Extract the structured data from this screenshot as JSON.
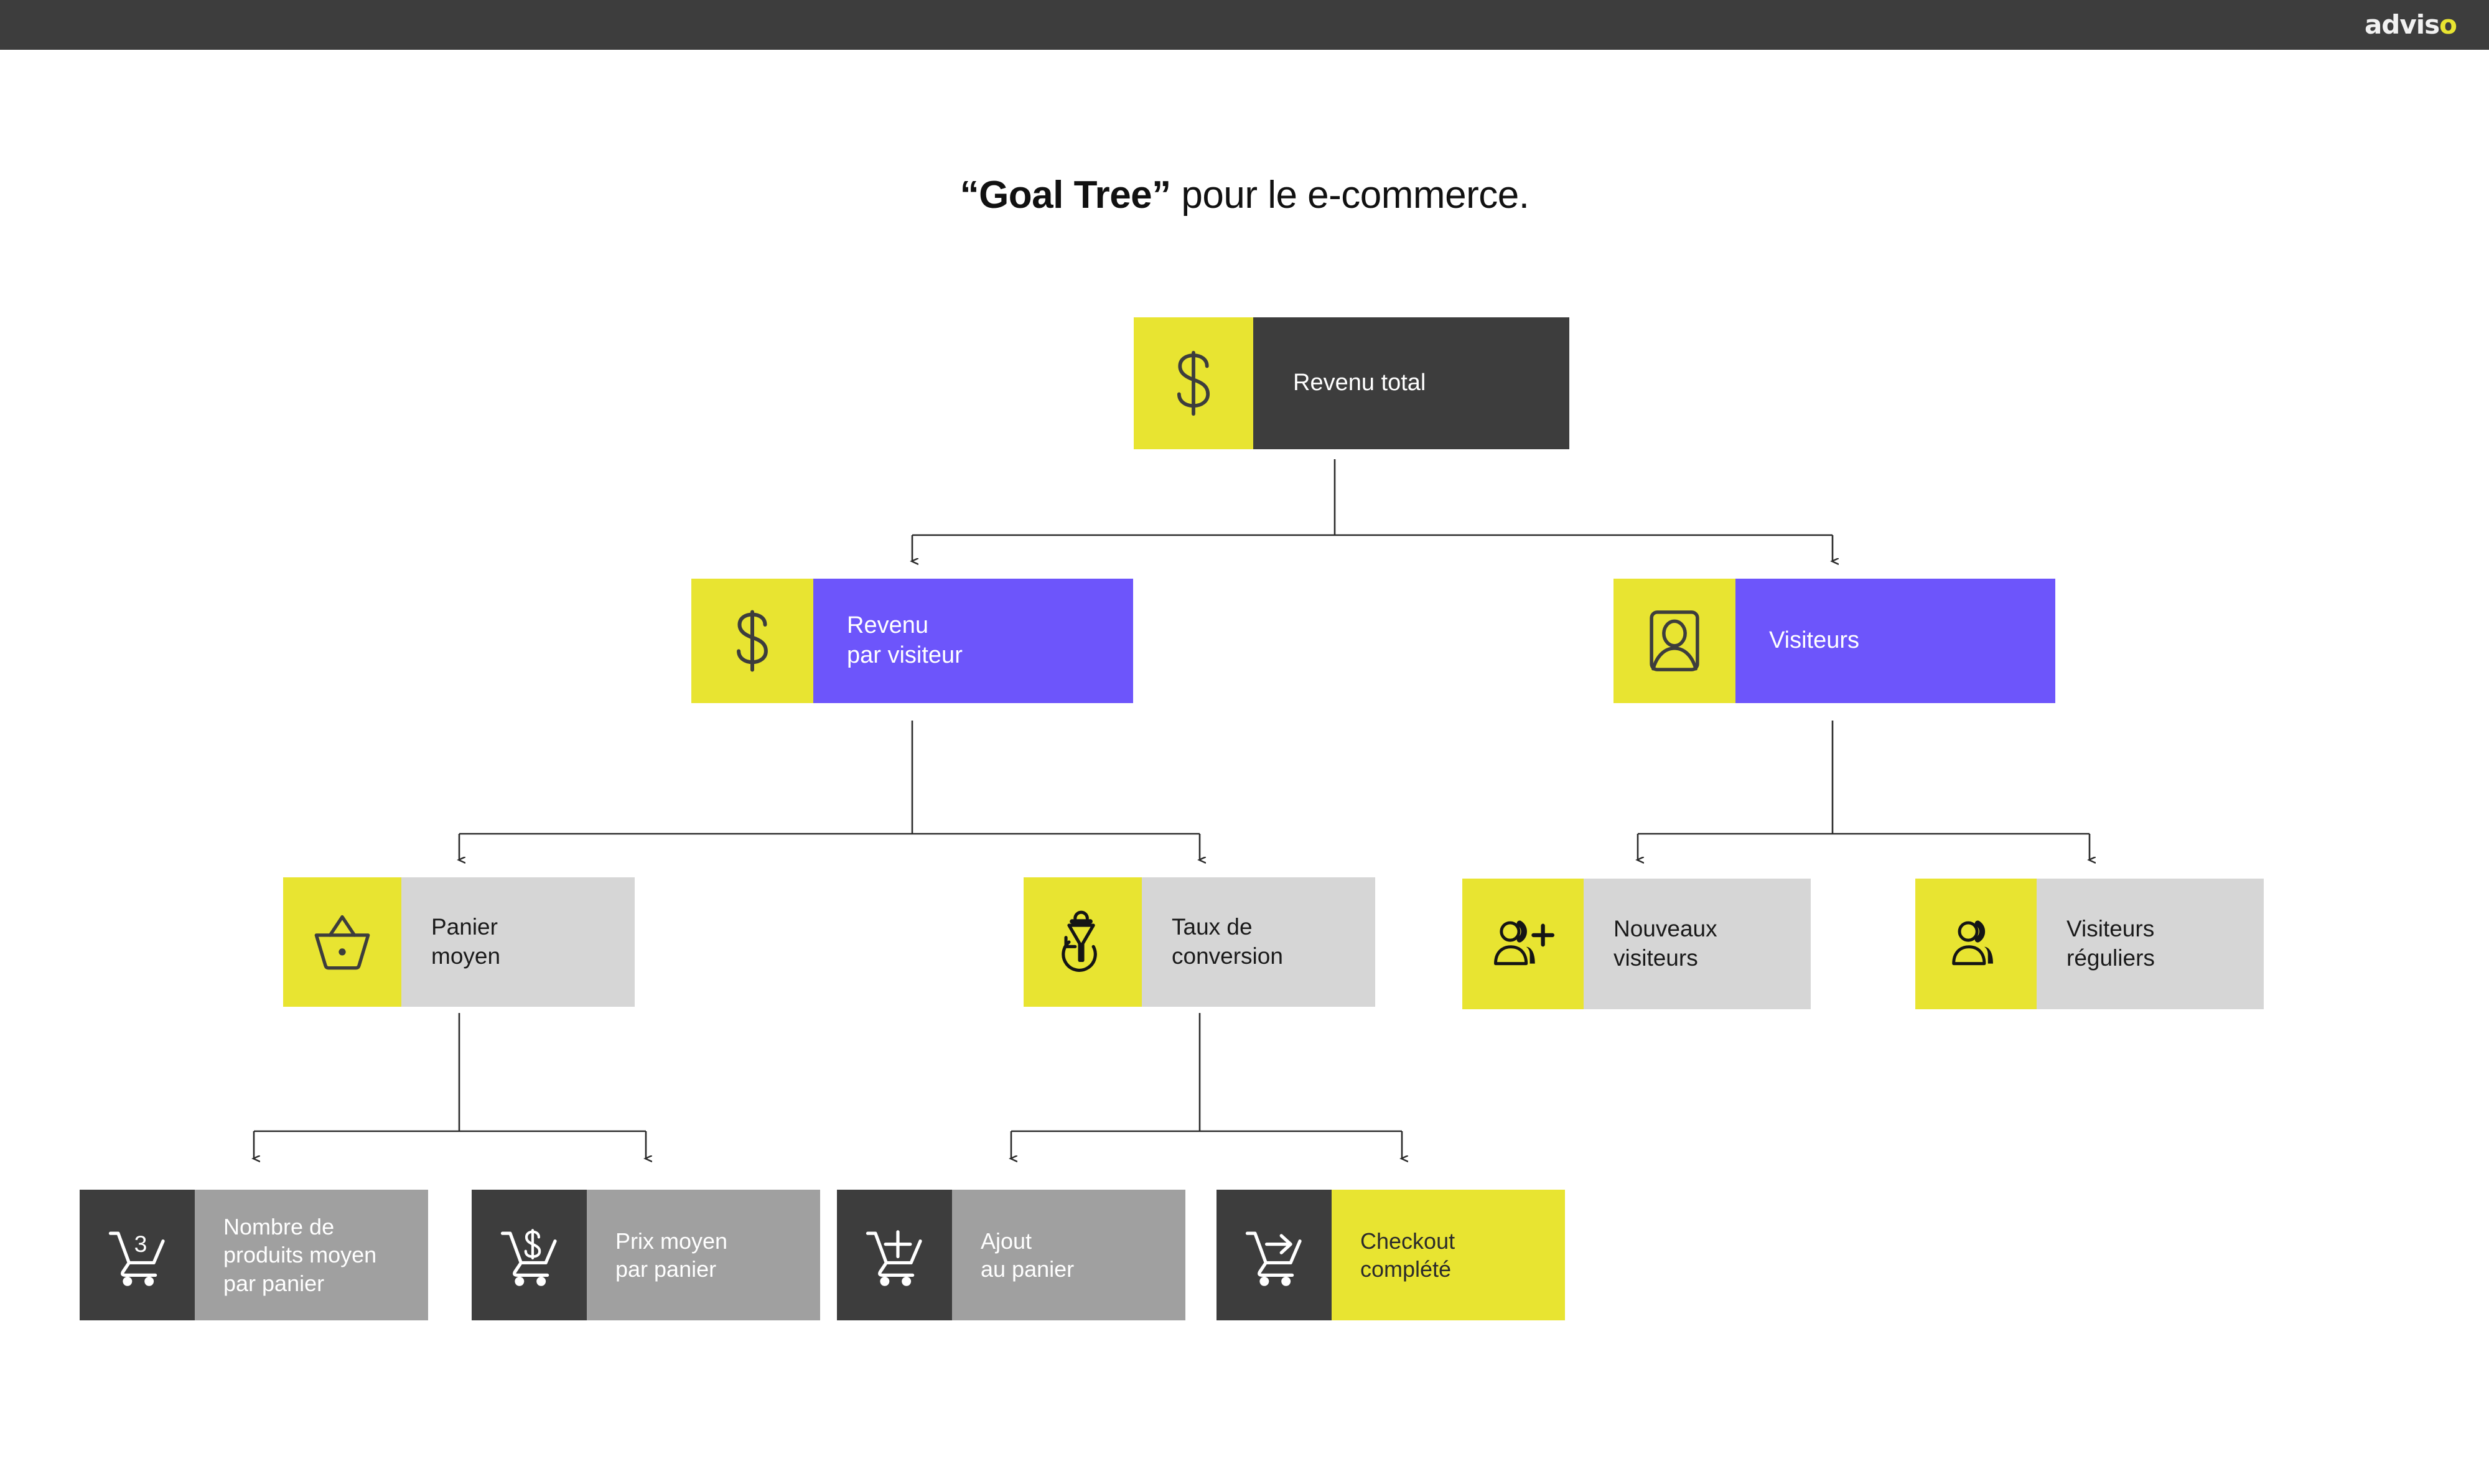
{
  "brand": {
    "name_main": "advis",
    "name_accent": "o"
  },
  "title": {
    "quoted": "“Goal Tree”",
    "rest": " pour le e-commerce."
  },
  "colors": {
    "topbar": "#3d3d3d",
    "yellow": "#e8e431",
    "purple": "#6d55fb",
    "dark_grey": "#3d3d3d",
    "light_grey": "#d6d6d6",
    "mid_grey": "#a0a0a0",
    "connector": "#2b2b2b",
    "page_bg": "#ffffff"
  },
  "chart_data": {
    "type": "tree",
    "title": "“Goal Tree” pour le e-commerce.",
    "levels": 4,
    "nodes": [
      {
        "id": "revenu-total",
        "label": "Revenu total",
        "level": 1,
        "icon": "dollar-icon",
        "icon_bg": "yellow",
        "body_bg": "dark_grey",
        "parent": null
      },
      {
        "id": "revenu-par-visiteur",
        "label": "Revenu\npar visiteur",
        "level": 2,
        "icon": "dollar-icon",
        "icon_bg": "yellow",
        "body_bg": "purple",
        "parent": "revenu-total"
      },
      {
        "id": "visiteurs",
        "label": "Visiteurs",
        "level": 2,
        "icon": "visitor-card-icon",
        "icon_bg": "yellow",
        "body_bg": "purple",
        "parent": "revenu-total"
      },
      {
        "id": "panier-moyen",
        "label": "Panier\nmoyen",
        "level": 3,
        "icon": "basket-icon",
        "icon_bg": "yellow",
        "body_bg": "light_grey",
        "parent": "revenu-par-visiteur"
      },
      {
        "id": "taux-de-conversion",
        "label": "Taux de\nconversion",
        "level": 3,
        "icon": "funnel-gear-icon",
        "icon_bg": "yellow",
        "body_bg": "light_grey",
        "parent": "revenu-par-visiteur"
      },
      {
        "id": "nouveaux-visiteurs",
        "label": "Nouveaux\nvisiteurs",
        "level": 3,
        "icon": "user-plus-icon",
        "icon_bg": "yellow",
        "body_bg": "light_grey",
        "parent": "visiteurs"
      },
      {
        "id": "visiteurs-reguliers",
        "label": "Visiteurs\nréguliers",
        "level": 3,
        "icon": "user-icon",
        "icon_bg": "yellow",
        "body_bg": "light_grey",
        "parent": "visiteurs"
      },
      {
        "id": "nombre-de-produits",
        "label": "Nombre de\nproduits moyen\npar panier",
        "level": 4,
        "icon": "cart-three-icon",
        "icon_bg": "dark_grey",
        "body_bg": "mid_grey",
        "parent": "panier-moyen"
      },
      {
        "id": "prix-moyen-par-panier",
        "label": "Prix moyen\npar panier",
        "level": 4,
        "icon": "cart-dollar-icon",
        "icon_bg": "dark_grey",
        "body_bg": "mid_grey",
        "parent": "panier-moyen"
      },
      {
        "id": "ajout-au-panier",
        "label": "Ajout\nau panier",
        "level": 4,
        "icon": "cart-plus-icon",
        "icon_bg": "dark_grey",
        "body_bg": "mid_grey",
        "parent": "taux-de-conversion"
      },
      {
        "id": "checkout-complete",
        "label": "Checkout\ncomplété",
        "level": 4,
        "icon": "cart-arrow-icon",
        "icon_bg": "dark_grey",
        "body_bg": "yellow",
        "parent": "taux-de-conversion"
      }
    ]
  },
  "tree": {
    "n1": {
      "label": "Revenu total"
    },
    "n2a": {
      "label": "Revenu\npar visiteur"
    },
    "n2b": {
      "label": "Visiteurs"
    },
    "n3a": {
      "label": "Panier\nmoyen"
    },
    "n3b": {
      "label": "Taux de\nconversion"
    },
    "n3c": {
      "label": "Nouveaux\nvisiteurs"
    },
    "n3d": {
      "label": "Visiteurs\nréguliers"
    },
    "n4a": {
      "label": "Nombre de\nproduits moyen\npar panier"
    },
    "n4b": {
      "label": "Prix moyen\npar panier"
    },
    "n4c": {
      "label": "Ajout\nau panier"
    },
    "n4d": {
      "label": "Checkout\ncomplété"
    }
  },
  "icons": {
    "cart_badge_three": "3"
  }
}
